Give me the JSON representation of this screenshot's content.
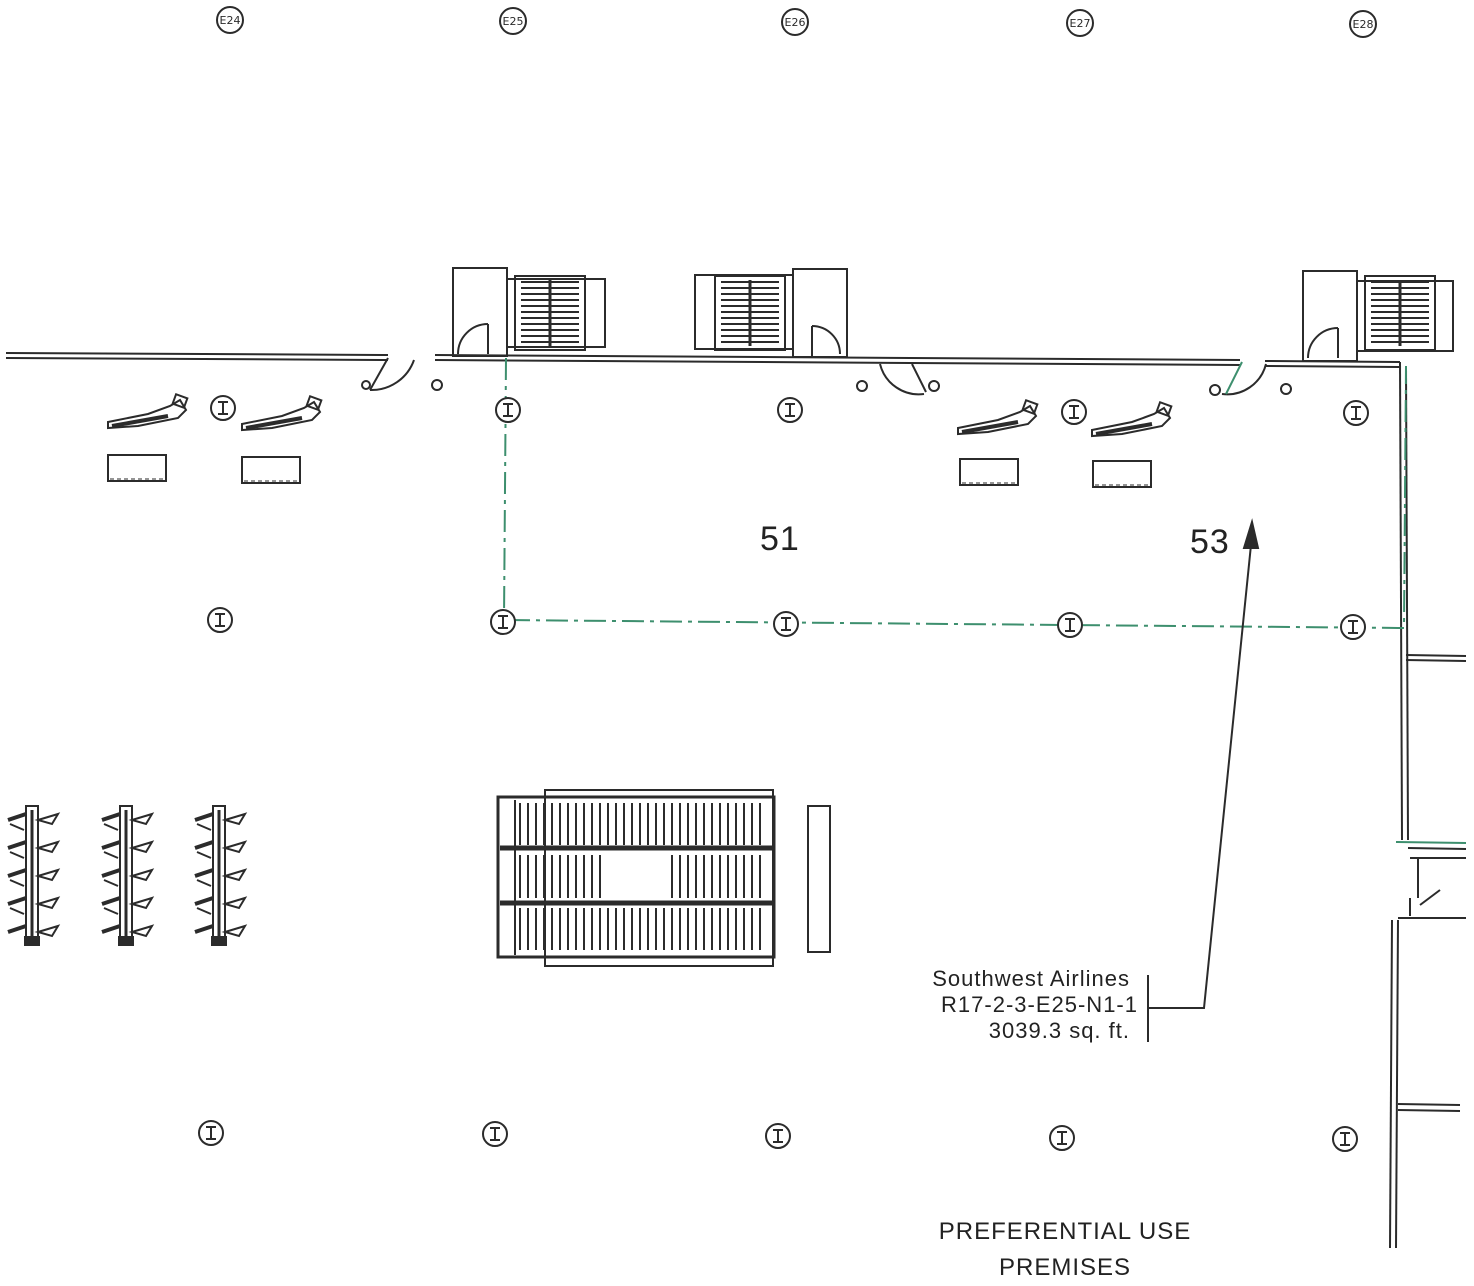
{
  "grid_labels": [
    "E24",
    "E25",
    "E26",
    "E27",
    "E28"
  ],
  "gate_labels": {
    "g51": "51",
    "g53": "53"
  },
  "callout": {
    "tenant": "Southwest Airlines",
    "space_id": "R17-2-3-E25-N1-1",
    "area": "3039.3 sq. ft."
  },
  "legend": {
    "line1": "PREFERENTIAL USE",
    "line2": "PREMISES"
  },
  "colors": {
    "line": "#2b2b2b",
    "premises_boundary": "#3d8f6e",
    "background": "#ffffff"
  }
}
